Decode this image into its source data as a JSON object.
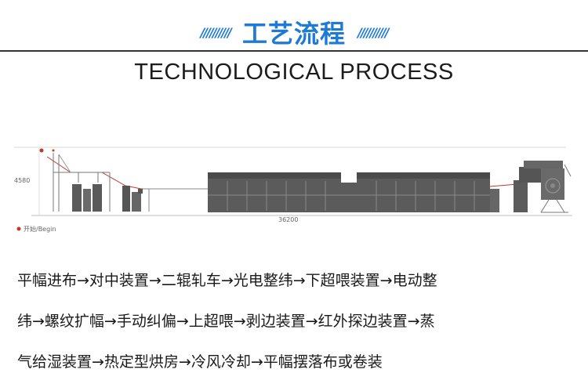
{
  "header": {
    "slashes_left": "//////////",
    "title": "工艺流程",
    "slashes_right": "//////////",
    "subtitle": "TECHNOLOGICAL PROCESS"
  },
  "diagram": {
    "height_label": "4580",
    "length_label": "36200",
    "start_label": "开始/Begin"
  },
  "process": {
    "lines": [
      "平幅进布→对中装置→二辊轧车→光电整纬→下超喂装置→电动整",
      "纬→螺纹扩幅→手动纠偏→上超喂→剥边装置→红外探边装置→蒸",
      "气给湿装置→热定型烘房→冷风冷却→平幅摆落布或卷装"
    ]
  },
  "colors": {
    "accent": "#1f7ad6",
    "machine": "#5a5a5a",
    "fabric": "#c0392b"
  }
}
